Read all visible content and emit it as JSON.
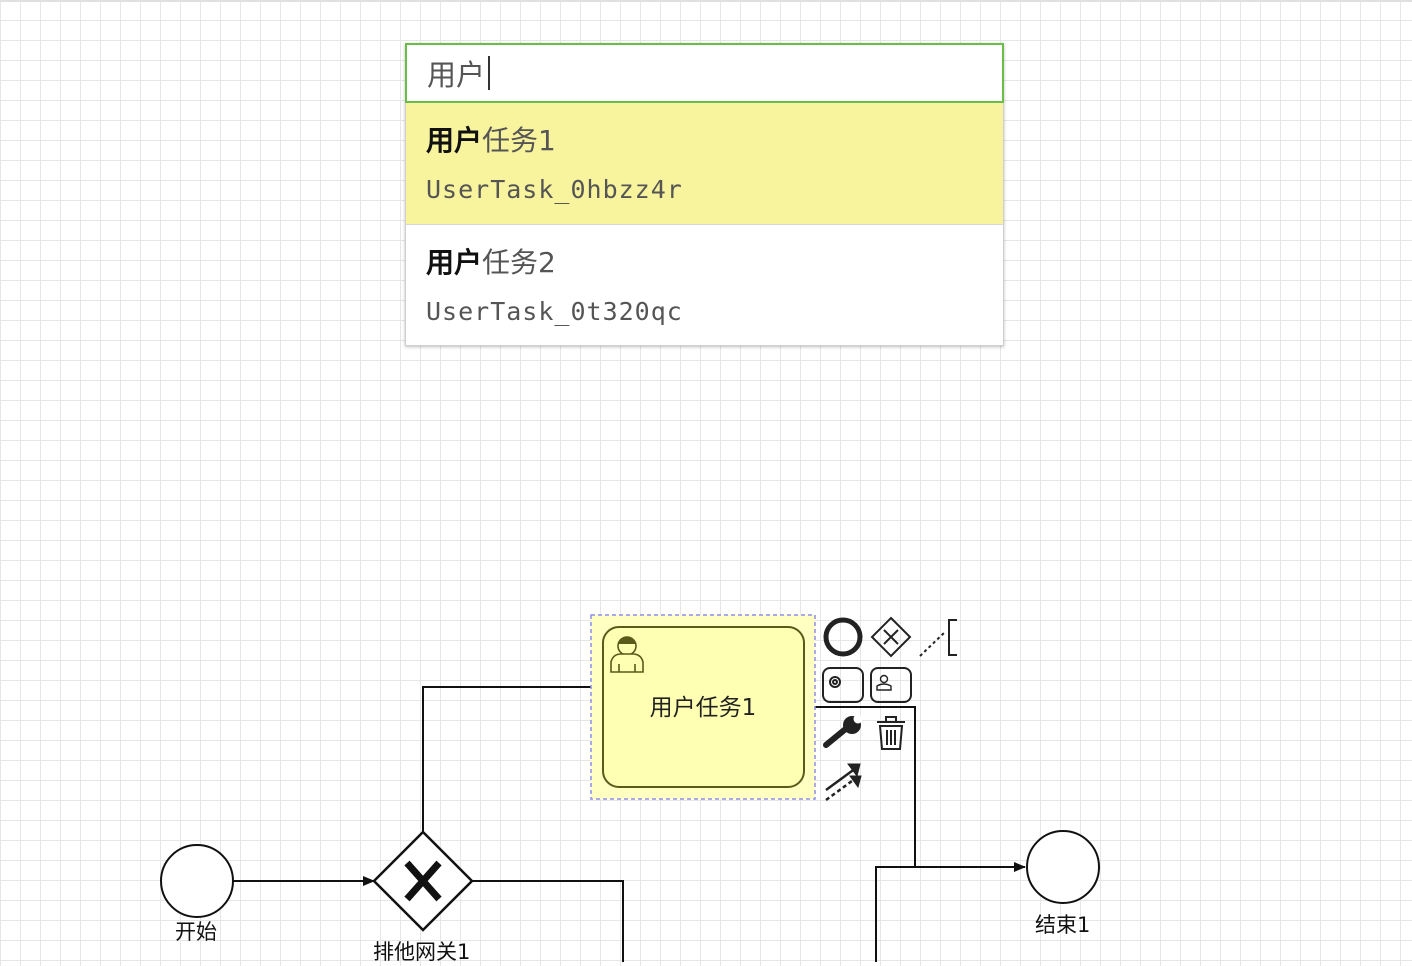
{
  "search": {
    "query": "用户",
    "results": [
      {
        "match": "用户",
        "rest": "任务1",
        "id": "UserTask_0hbzz4r",
        "selected": true
      },
      {
        "match": "用户",
        "rest": "任务2",
        "id": "UserTask_0t320qc",
        "selected": false
      }
    ]
  },
  "diagram": {
    "start_event_label": "开始",
    "gateway_label": "排他网关1",
    "user_task_label": "用户任务1",
    "end_event_label": "结束1"
  },
  "context_pad": {
    "icons": [
      "end-event-icon",
      "exclusive-gateway-icon",
      "text-annotation-icon",
      "service-task-icon",
      "user-task-icon",
      "wrench-icon",
      "trash-icon",
      "connect-arrow-icon"
    ]
  },
  "colors": {
    "accent_border": "#6bbd4a",
    "selected_result_bg": "#f8f39d",
    "task_fill": "#ffffc2",
    "selection_outline": "#8d8de8"
  }
}
